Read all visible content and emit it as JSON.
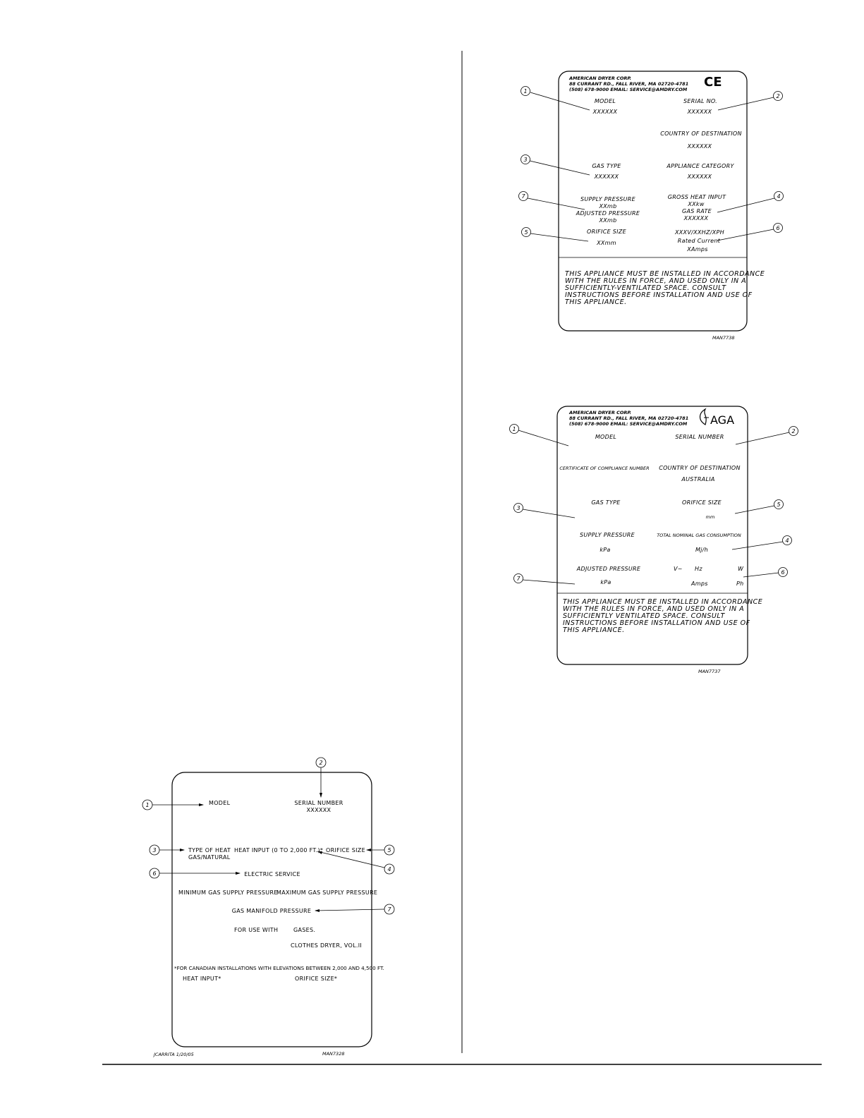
{
  "plate_ce": {
    "company": [
      "AMERICAN DRYER CORP.",
      "88 CURRANT RD., FALL RIVER, MA 02720-4781",
      "(508) 678-9000 EMAIL: SERVICE@AMDRY.COM"
    ],
    "mark": "CE",
    "model_label": "MODEL",
    "model_value": "XXXXXX",
    "serial_label": "SERIAL NO.",
    "serial_value": "XXXXXX",
    "country_label": "COUNTRY OF DESTINATION",
    "country_value": "XXXXXX",
    "gas_type_label": "GAS TYPE",
    "gas_type_value": "XXXXXX",
    "appliance_cat_label": "APPLIANCE CATEGORY",
    "appliance_cat_value": "XXXXXX",
    "supply_label": "SUPPLY PRESSURE",
    "supply_value": "XXmb",
    "adjusted_label": "ADJUSTED PRESSURE",
    "adjusted_value": "XXmb",
    "gross_label": "GROSS HEAT INPUT",
    "gross_value": "XXkw",
    "gas_rate_label": "GAS RATE",
    "gas_rate_value": "XXXXXX",
    "orifice_label": "ORIFICE SIZE",
    "orifice_value": "XXmm",
    "elec_label": "XXXV/XXHZ/XPH",
    "current_label": "Rated Current",
    "current_value": "XAmps",
    "warning": [
      "THIS APPLIANCE MUST BE INSTALLED IN ACCORDANCE",
      "WITH THE RULES IN FORCE, AND USED ONLY IN A",
      "SUFFICIENTLY-VENTILATED SPACE.  CONSULT",
      "INSTRUCTIONS BEFORE INSTALLATION AND USE OF",
      "THIS APPLIANCE."
    ],
    "drawing_no": "MAN7738",
    "callouts": [
      "1",
      "2",
      "3",
      "7",
      "4",
      "5",
      "6"
    ]
  },
  "plate_aga": {
    "company": [
      "AMERICAN DRYER CORP.",
      "88 CURRANT RD., FALL RIVER, MA 02720-4781",
      "(508) 678-9000 EMAIL: SERVICE@AMDRY.COM"
    ],
    "mark": "AGA",
    "model_label": "MODEL",
    "serial_label": "SERIAL NUMBER",
    "cert_label": "CERTIFICATE OF COMPLIANCE NUMBER",
    "country_label": "COUNTRY OF DESTINATION",
    "country_value": "AUSTRALIA",
    "gas_type_label": "GAS TYPE",
    "orifice_label": "ORIFICE SIZE",
    "orifice_unit": "mm",
    "supply_label": "SUPPLY PRESSURE",
    "supply_unit": "kPa",
    "consumption_label": "TOTAL NOMINAL GAS CONSUMPTION",
    "consumption_unit": "Mj/h",
    "adjusted_label": "ADJUSTED PRESSURE",
    "adjusted_unit": "kPa",
    "volts": "V~",
    "hz": "Hz",
    "watts": "W",
    "amps": "Amps",
    "ph": "Ph",
    "warning": [
      "THIS APPLIANCE MUST BE INSTALLED IN ACCORDANCE",
      "WITH THE RULES IN FORCE, AND USED ONLY IN A",
      "SUFFICIENTLY VENTILATED SPACE.  CONSULT",
      "INSTRUCTIONS BEFORE INSTALLATION AND USE OF",
      "THIS APPLIANCE."
    ],
    "drawing_no": "MAN7737",
    "callouts": [
      "1",
      "2",
      "3",
      "5",
      "4",
      "7",
      "6"
    ]
  },
  "plate_us": {
    "model_label": "MODEL",
    "serial_label": "SERIAL NUMBER",
    "serial_value": "XXXXXX",
    "heat_type_label": "TYPE OF HEAT",
    "heat_type_value": "GAS/NATURAL",
    "heat_input_label": "HEAT INPUT (0 TO 2,000 FT.)*",
    "orifice_label": "ORIFICE SIZE",
    "electric_label": "ELECTRIC SERVICE",
    "min_gas_label": "MINIMUM GAS SUPPLY PRESSURE",
    "max_gas_label": "MAXIMUM GAS SUPPLY PRESSURE",
    "manifold_label": "GAS MANIFOLD PRESSURE",
    "use_with_label": "FOR USE WITH",
    "gases_label": "GASES.",
    "dryer_label": "CLOTHES DRYER, VOL.II",
    "canadian_note": "*FOR CANADIAN INSTALLATIONS WITH ELEVATIONS BETWEEN 2,000 AND 4,500 FT.",
    "heat_input_star": "HEAT INPUT*",
    "orifice_star": "ORIFICE SIZE*",
    "drawn_by": "JCARRITA  1/20/05",
    "drawing_no": "MAN7328",
    "callouts": [
      "1",
      "2",
      "3",
      "4",
      "5",
      "6",
      "7"
    ]
  }
}
